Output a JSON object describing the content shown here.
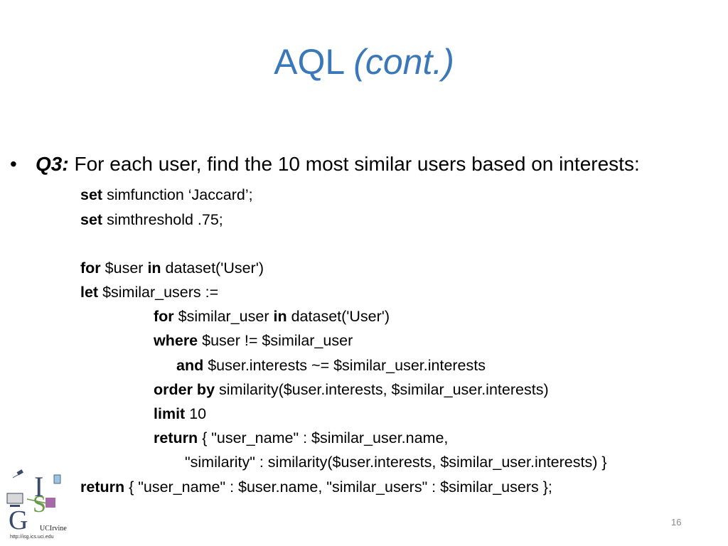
{
  "title": {
    "main": "AQL",
    "cont": "(cont.)"
  },
  "bullet": {
    "marker": "•",
    "label": "Q3:",
    "text": "For each user, find the 10 most similar users based on interests:"
  },
  "code": [
    {
      "kw": "set",
      "rest": "simfunction ‘Jaccard’;"
    },
    {
      "kw": "set",
      "rest": "simthreshold .75;"
    },
    {
      "kw": "for",
      "rest": "$user",
      "kw2": "in",
      "rest2": "dataset('User')"
    },
    {
      "kw": "let",
      "rest": "$similar_users :="
    },
    {
      "kw": "for",
      "rest": "$similar_user",
      "kw2": "in",
      "rest2": "dataset('User')"
    },
    {
      "kw": "where",
      "rest": "$user != $similar_user"
    },
    {
      "kw": "and",
      "rest": "$user.interests ~= $similar_user.interests"
    },
    {
      "kw": "order by",
      "rest": "similarity($user.interests, $similar_user.interests)"
    },
    {
      "kw": "limit",
      "rest": "10"
    },
    {
      "kw": "return",
      "rest": "{ \"user_name\" : $similar_user.name,"
    },
    {
      "kw": "",
      "rest": "\"similarity\" : similarity($user.interests, $similar_user.interests) }"
    },
    {
      "kw": "return",
      "rest": "{ \"user_name\" : $user.name, \"similar_users\" : $similar_users };"
    }
  ],
  "logo": {
    "letters": [
      "I",
      "S",
      "G"
    ],
    "uci": "UCIrvine",
    "url": "http://isg.ics.uci.edu"
  },
  "page_number": "16",
  "colors": {
    "title": "#3b78b9",
    "logo_dark": "#3a4a6a",
    "logo_green": "#6a9a4a",
    "logo_purple": "#a66aa8"
  }
}
